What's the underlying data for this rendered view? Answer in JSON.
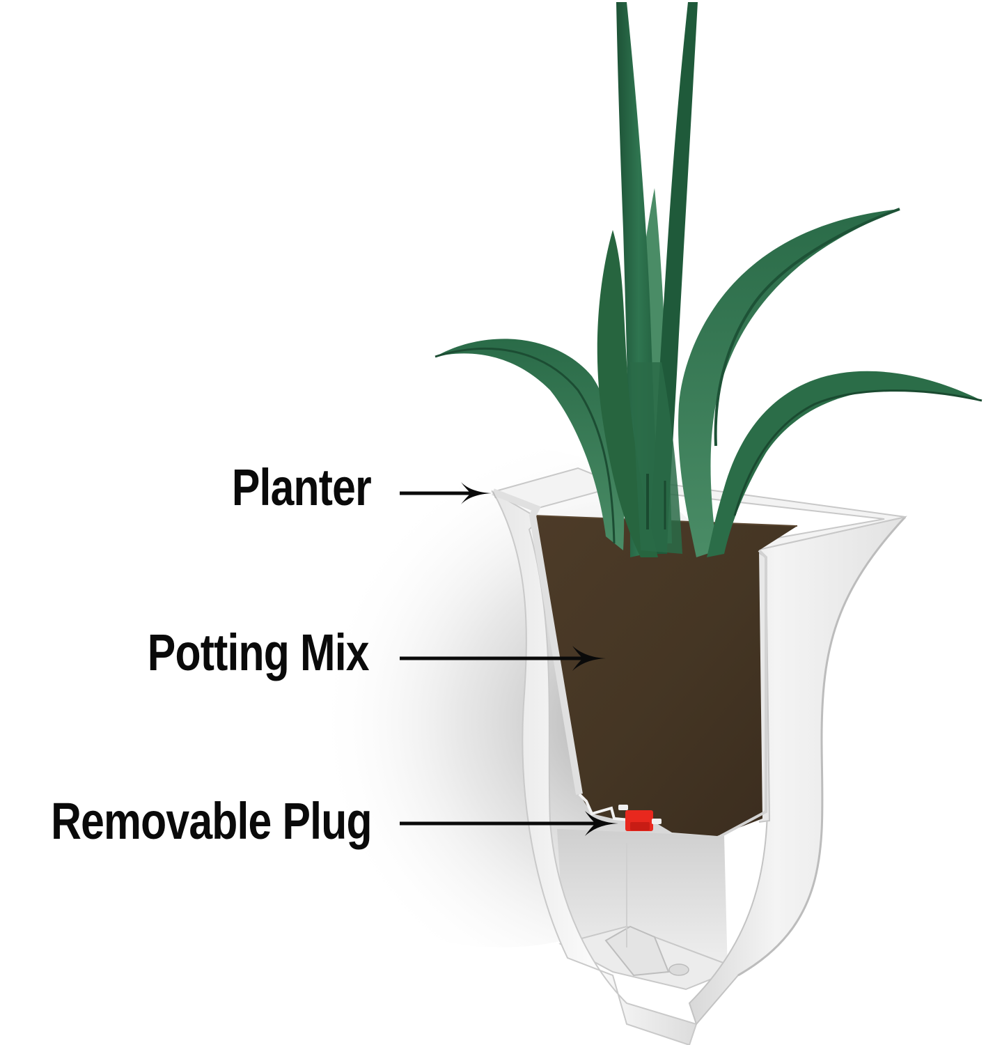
{
  "diagram": {
    "subject": "Self-watering planter cross-section",
    "labels": [
      {
        "id": "planter",
        "text": "Planter"
      },
      {
        "id": "potting-mix",
        "text": "Potting Mix"
      },
      {
        "id": "removable-plug",
        "text": "Removable Plug"
      }
    ],
    "colors": {
      "background": "#ffffff",
      "label_text": "#0a0a0a",
      "arrow": "#0a0a0a",
      "leaf_dark": "#1f5a3a",
      "leaf_mid": "#2f7550",
      "leaf_light": "#4a8c66",
      "soil": "#4a3a28",
      "soil_dark": "#3a2c1e",
      "planter_white": "#f7f7f7",
      "planter_shade": "#d9d9d9",
      "plug_red": "#e8281e"
    }
  }
}
